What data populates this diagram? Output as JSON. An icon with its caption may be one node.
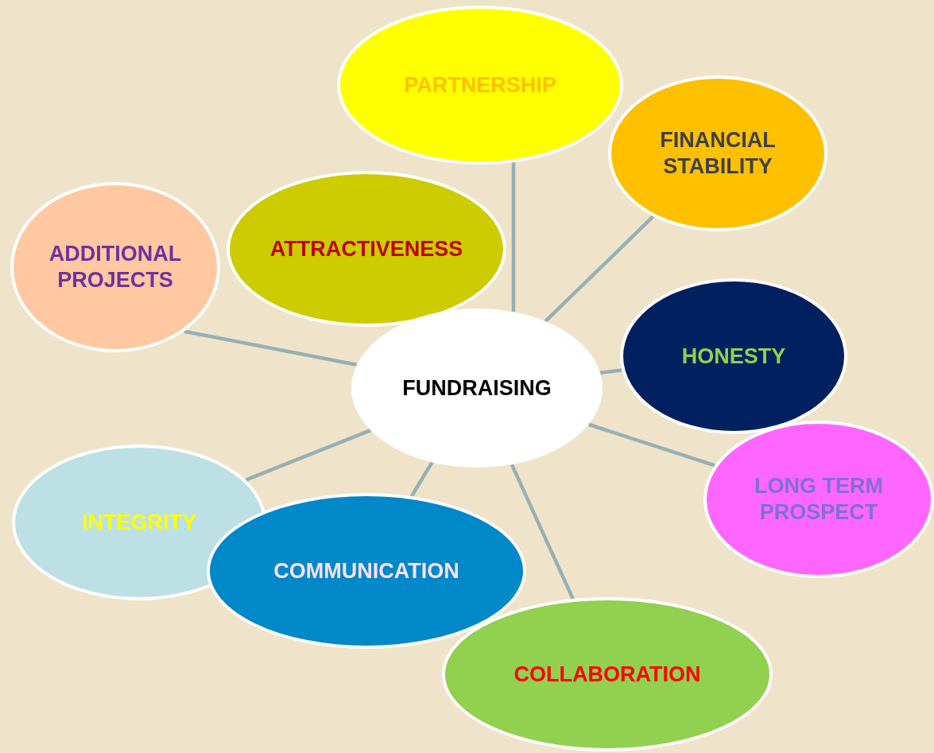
{
  "diagram": {
    "nodes": [
      {
        "text": [
          "FUNDRAISING"
        ]
      },
      {
        "text": [
          "PARTNERSHIP"
        ]
      },
      {
        "text": [
          "FINANCIAL STABILITY"
        ]
      },
      {
        "text": [
          "ATTRACTIVENESS"
        ]
      },
      {
        "text": [
          "ADDITIONAL PROJECTS"
        ]
      },
      {
        "text": [
          "HONESTY"
        ]
      },
      {
        "text": [
          "LONG TERM PROSPECT"
        ]
      },
      {
        "text": [
          "INTEGRITY"
        ]
      },
      {
        "text": [
          "COMMUNICATION"
        ]
      },
      {
        "text": [
          "COLLABORATION"
        ]
      }
    ],
    "edges": [
      {
        "from": 0,
        "to": 1,
        "arrow": "none"
      },
      {
        "from": 0,
        "to": 2,
        "arrow": "none"
      },
      {
        "from": 0,
        "to": 4,
        "arrow": "none"
      },
      {
        "from": 0,
        "to": 5,
        "arrow": "none"
      },
      {
        "from": 0,
        "to": 6,
        "arrow": "none"
      },
      {
        "from": 0,
        "to": 7,
        "arrow": "none"
      },
      {
        "from": 0,
        "to": 8,
        "arrow": "none"
      },
      {
        "from": 0,
        "to": 9,
        "arrow": "none"
      }
    ]
  }
}
